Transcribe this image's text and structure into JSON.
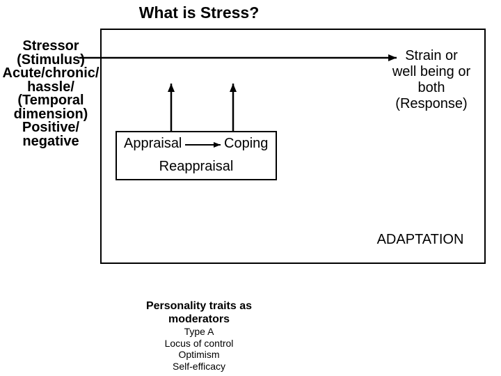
{
  "slide": {
    "title": "What is Stress?",
    "colors": {
      "background": "#ffffff",
      "foreground": "#000000"
    }
  },
  "stressor_block": {
    "lines": [
      "Stressor",
      "(Stimulus)",
      "Acute/chronic/",
      "hassle/",
      "(Temporal",
      "dimension)",
      "Positive/",
      "negative"
    ]
  },
  "strain_block": {
    "lines": [
      "Strain or",
      "well being or",
      "both",
      "(Response)"
    ]
  },
  "process_box": {
    "appraisal_label": "Appraisal",
    "coping_label": "Coping",
    "reappraisal_label": "Reappraisal",
    "adaptation_label": "ADAPTATION"
  },
  "moderators_block": {
    "heading_lines": [
      "Personality traits as",
      "moderators"
    ],
    "items": [
      "Type A",
      "Locus of control",
      "Optimism",
      "Self-efficacy"
    ]
  },
  "arrows": {
    "stressor_to_strain": "stressor-to-strain",
    "appraisal_up_left": "appraisal-box-up-left",
    "appraisal_up_right": "appraisal-box-up-right",
    "appraisal_to_coping": "appraisal-to-coping"
  }
}
